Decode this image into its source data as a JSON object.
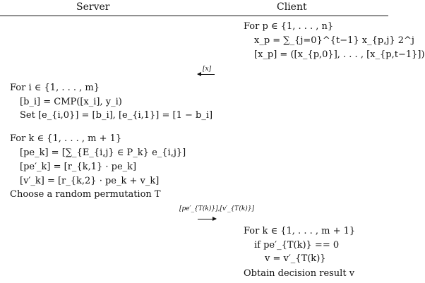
{
  "header": {
    "server": "Server",
    "client": "Client"
  },
  "client_block1": [
    "For p ∈ {1, . . . , n}",
    "x_p = ∑_{j=0}^{t−1} x_{p,j} 2^j",
    "[x_p] = ([x_{p,0}], . . . , [x_{p,t−1}])"
  ],
  "arrow1_label": "[x]",
  "server_block1": [
    "For i ∈ {1, . . . , m}",
    "[b_i] = CMP([x_i], y_i)",
    "Set [e_{i,0}] = [b_i], [e_{i,1}] = [1 − b_i]"
  ],
  "server_block2": [
    "For k ∈ {1, . . . , m + 1}",
    "[pe_k] = [∑_{E_{i,j} ∈ P_k} e_{i,j}]",
    "[pe′_k] = [r_{k,1} · pe_k]",
    "[v′_k] = [r_{k,2} · pe_k + v_k]",
    "Choose a random permutation T"
  ],
  "arrow2_label": "[pe′_{T(k)}],[v′_{T(k)}]",
  "client_block2": [
    "For k ∈ {1, . . . , m + 1}",
    "if pe′_{T(k)} == 0",
    "v = v′_{T(k)}",
    "Obtain decision result v"
  ]
}
